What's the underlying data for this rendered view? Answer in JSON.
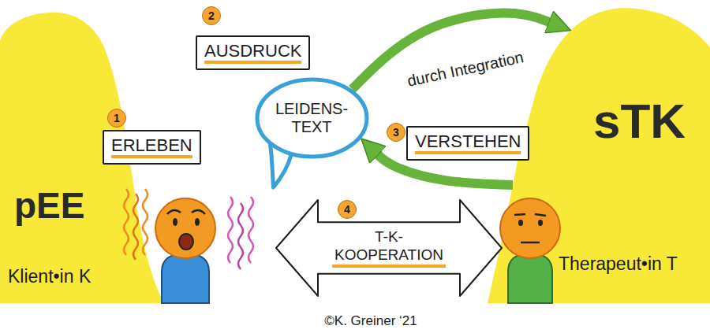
{
  "diagram": {
    "nodes": [
      {
        "text": [
          "pEE",
          "Klient•in K"
        ]
      },
      {
        "text": [
          "ERLEBEN"
        ],
        "in": 0
      },
      {
        "text": [
          "AUSDRUCK"
        ]
      },
      {
        "text": [
          "LEIDENS- TEXT"
        ]
      },
      {
        "text": [
          "VERSTEHEN"
        ]
      },
      {
        "text": [
          "sTK",
          "Therapeut•in T"
        ]
      },
      {
        "text": [
          "T-K- KOOPERATION"
        ]
      }
    ],
    "edges": [
      {
        "from": 3,
        "to": 5,
        "arrow": "to",
        "label": "durch Integration"
      },
      {
        "from": 5,
        "to": 3,
        "arrow": "to"
      }
    ],
    "labels": [
      "1",
      "2",
      "3",
      "4",
      "©K. Greiner ‘21"
    ]
  }
}
